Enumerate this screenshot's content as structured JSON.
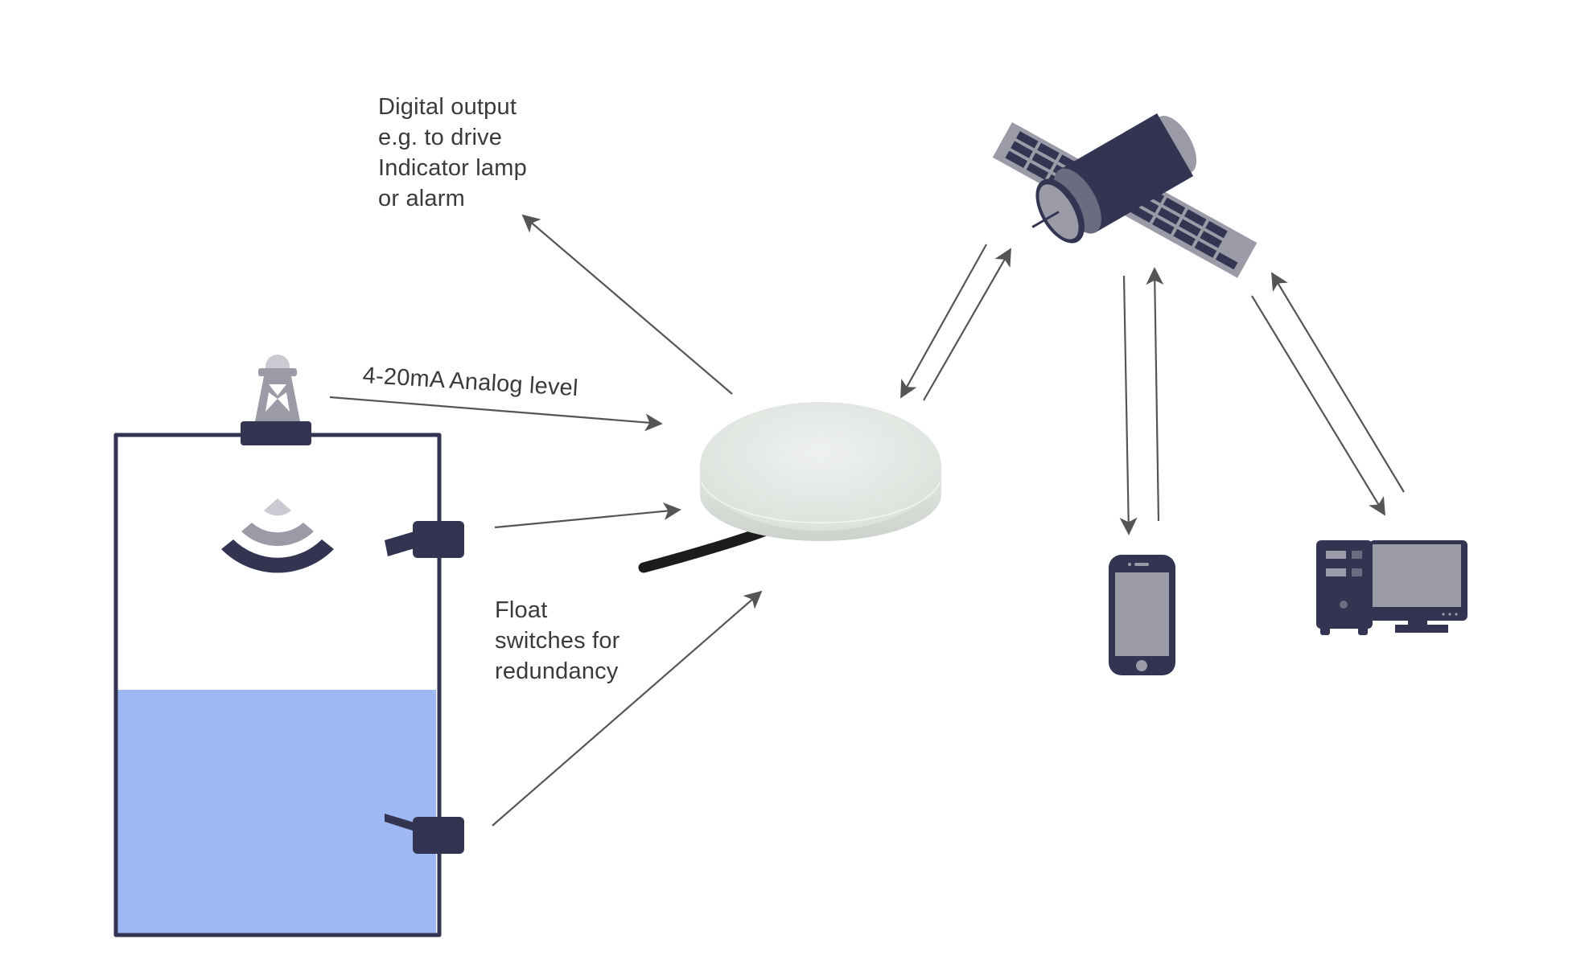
{
  "diagram": {
    "type": "system-architecture",
    "labels": {
      "digital_output": "Digital output\ne.g. to drive\nIndicator lamp\nor alarm",
      "analog_level": "4-20mA Analog level",
      "float_switches": "Float\nswitches for\nredundancy"
    },
    "nodes": [
      {
        "id": "tank",
        "icon": "water-tank-icon",
        "fill_level_fraction": 0.37
      },
      {
        "id": "level-transmitter",
        "icon": "radar-level-transmitter-icon"
      },
      {
        "id": "float-switch-high",
        "icon": "float-switch-icon"
      },
      {
        "id": "float-switch-low",
        "icon": "float-switch-icon"
      },
      {
        "id": "satellite-terminal",
        "icon": "satellite-antenna-puck-icon"
      },
      {
        "id": "satellite",
        "icon": "satellite-icon"
      },
      {
        "id": "smartphone",
        "icon": "smartphone-icon"
      },
      {
        "id": "desktop-computer",
        "icon": "desktop-computer-icon"
      }
    ],
    "edges": [
      {
        "from": "level-transmitter",
        "to": "satellite-terminal",
        "label": "4-20mA Analog level"
      },
      {
        "from": "float-switch-high",
        "to": "satellite-terminal",
        "label": "Float switches for redundancy"
      },
      {
        "from": "float-switch-low",
        "to": "satellite-terminal",
        "label": "Float switches for redundancy"
      },
      {
        "from": "satellite-terminal",
        "to": "digital-output",
        "label": "Digital output e.g. to drive Indicator lamp or alarm"
      },
      {
        "from": "satellite-terminal",
        "to": "satellite",
        "bidirectional": true
      },
      {
        "from": "satellite",
        "to": "smartphone",
        "bidirectional": true
      },
      {
        "from": "satellite",
        "to": "desktop-computer",
        "bidirectional": true
      }
    ]
  },
  "colors": {
    "navy": "#333452",
    "grey_icon": "#9a9ba7",
    "light_grey": "#c9cad2",
    "water": "#9db8f2",
    "arrow": "#555555",
    "text": "#3a3a3a",
    "puck": "#e6eae6",
    "cable": "#1c1c1c"
  }
}
